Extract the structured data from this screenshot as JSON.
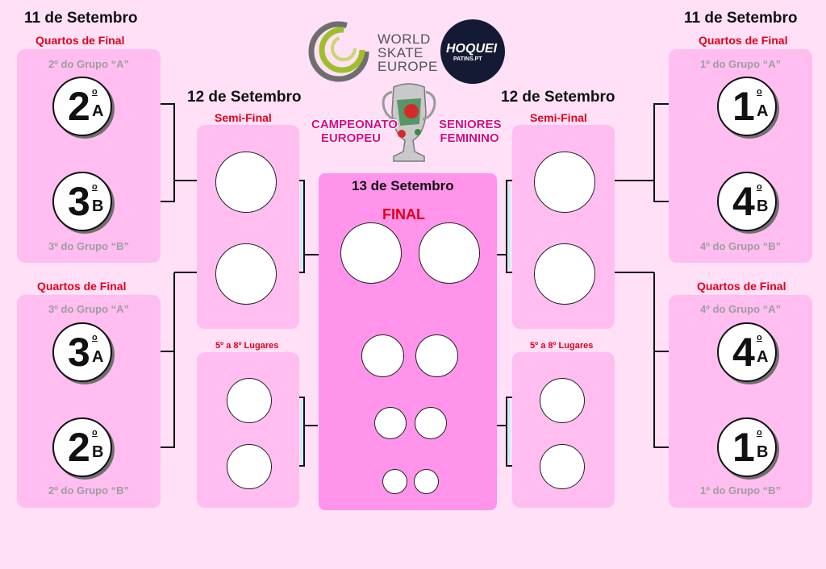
{
  "dates": {
    "quarterfinals": "11 de Setembro",
    "semifinals": "12 de Setembro",
    "final": "13 de Setembro"
  },
  "rounds": {
    "quarterfinals": "Quartos de Final",
    "semifinals": "Semi-Final",
    "placement": "5º a 8º Lugares",
    "final": "FINAL"
  },
  "logos": {
    "wse_line1": "WORLD",
    "wse_line2": "SKATE",
    "wse_line3": "EUROPE",
    "hoquei_main": "HOQUEI",
    "hoquei_sub": "PATINS.PT",
    "camp_left1": "CAMPEONATO",
    "camp_left2": "EUROPEU",
    "camp_right1": "SENIORES",
    "camp_right2": "FEMININO"
  },
  "left": {
    "qf1": {
      "top": {
        "num": "2",
        "ord": "o",
        "grp": "A",
        "label": "2º do Grupo “A”"
      },
      "bottom": {
        "num": "3",
        "ord": "o",
        "grp": "B",
        "label": "3º do Grupo “B”"
      }
    },
    "qf2": {
      "top": {
        "num": "3",
        "ord": "o",
        "grp": "A",
        "label": "3º do Grupo “A”"
      },
      "bottom": {
        "num": "2",
        "ord": "o",
        "grp": "B",
        "label": "2º do Grupo “B”"
      }
    }
  },
  "right": {
    "qf1": {
      "top": {
        "num": "1",
        "ord": "o",
        "grp": "A",
        "label": "1º do Grupo “A”"
      },
      "bottom": {
        "num": "4",
        "ord": "o",
        "grp": "B",
        "label": "4º do Grupo “B”"
      }
    },
    "qf2": {
      "top": {
        "num": "4",
        "ord": "o",
        "grp": "A",
        "label": "4º do Grupo “A”"
      },
      "bottom": {
        "num": "1",
        "ord": "o",
        "grp": "B",
        "label": "1º do Grupo “B”"
      }
    }
  },
  "colors": {
    "background": "#ffe0f7",
    "panel": "#ffbdf0",
    "final_panel": "#ff94ea",
    "accent_red": "#e0001b",
    "group_label": "#9e9e9e"
  }
}
